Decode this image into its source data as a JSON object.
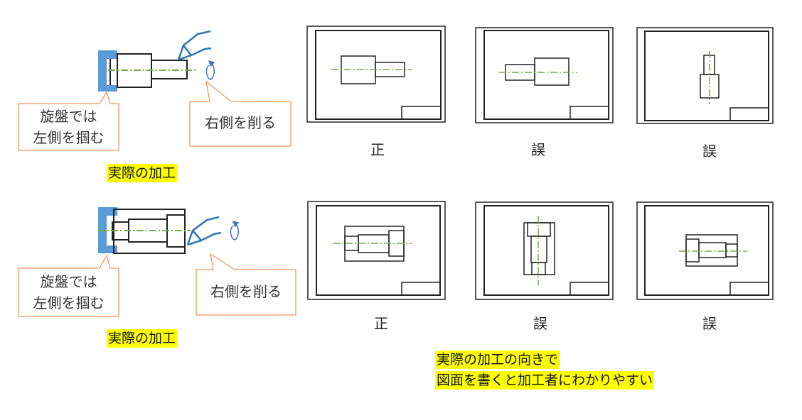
{
  "colors": {
    "chuck": "#5b9bd5",
    "centerline": "#70ad47",
    "callout_border": "#ed7d31",
    "tool": "#2e75b6",
    "highlight": "#ffff00"
  },
  "rows": [
    {
      "callout_left": {
        "line1": "旋盤では",
        "line2": "左側を掴む"
      },
      "callout_right": "右側を削る",
      "caption": "実際の加工",
      "judgements": [
        "正",
        "誤",
        "誤"
      ]
    },
    {
      "callout_left": {
        "line1": "旋盤では",
        "line2": "左側を掴む"
      },
      "callout_right": "右側を削る",
      "caption": "実際の加工",
      "judgements": [
        "正",
        "誤",
        "誤"
      ]
    }
  ],
  "note": {
    "line1": "実際の加工の向きで",
    "line2": "図面を書くと加工者にわかりやすい"
  }
}
